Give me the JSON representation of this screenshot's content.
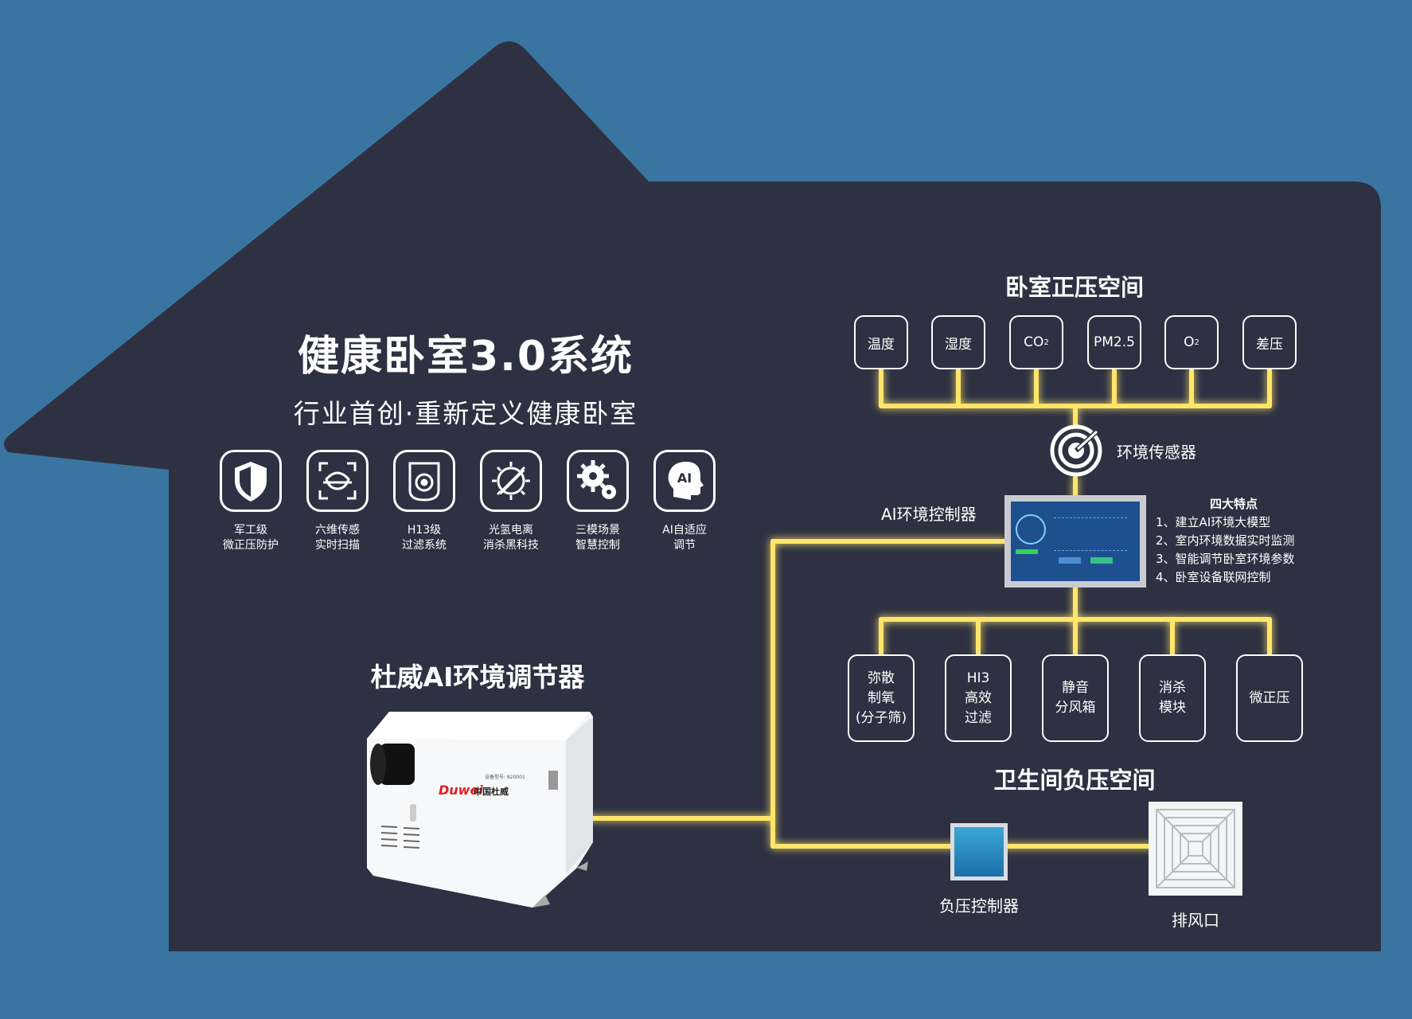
{
  "main_title": "健康卧室3.0系统",
  "subtitle": "行业首创·重新定义健康卧室",
  "features": [
    {
      "icon": "shield-icon",
      "line1": "军工级",
      "line2": "微正压防护"
    },
    {
      "icon": "face-scan-icon",
      "line1": "六维传感",
      "line2": "实时扫描"
    },
    {
      "icon": "filter-icon",
      "line1": "H13级",
      "line2": "过滤系统"
    },
    {
      "icon": "sterilize-icon",
      "line1": "光氢电离",
      "line2": "消杀黑科技"
    },
    {
      "icon": "gears-icon",
      "line1": "三模场景",
      "line2": "智慧控制"
    },
    {
      "icon": "ai-head-icon",
      "line1": "AI自适应",
      "line2": "调节",
      "icon_text": "AI"
    }
  ],
  "device_title": "杜威AI环境调节器",
  "device_brand": "Duwei",
  "device_brand_cn": "中国杜威",
  "device_model": "设备型号: 820001",
  "positive_space_title": "卧室正压空间",
  "sensors": [
    {
      "label": "温度"
    },
    {
      "label": "湿度"
    },
    {
      "label": "CO",
      "sub": "2"
    },
    {
      "label": "PM2.5"
    },
    {
      "label": "O",
      "sub": "2"
    },
    {
      "label": "差压"
    }
  ],
  "env_sensor_label": "环境传感器",
  "ai_controller_label": "AI环境控制器",
  "four_features_title": "四大特点",
  "four_features": [
    "1、建立AI环境大模型",
    "2、室内环境数据实时监测",
    "3、智能调节卧室环境参数",
    "4、卧室设备联网控制"
  ],
  "modules": [
    {
      "lines": [
        "弥散",
        "制氧",
        "(分子筛)"
      ]
    },
    {
      "lines": [
        "HI3",
        "高效",
        "过滤"
      ]
    },
    {
      "lines": [
        "静音",
        "分风箱"
      ]
    },
    {
      "lines": [
        "消杀",
        "模块"
      ]
    },
    {
      "lines": [
        "微正压"
      ]
    }
  ],
  "negative_space_title": "卫生间负压空间",
  "negative_controller_label": "负压控制器",
  "exhaust_label": "排风口",
  "colors": {
    "outer_background": "#3a75a1",
    "house_fill": "#2e3142",
    "line_glow": "#ffe66a",
    "text": "#ffffff"
  }
}
